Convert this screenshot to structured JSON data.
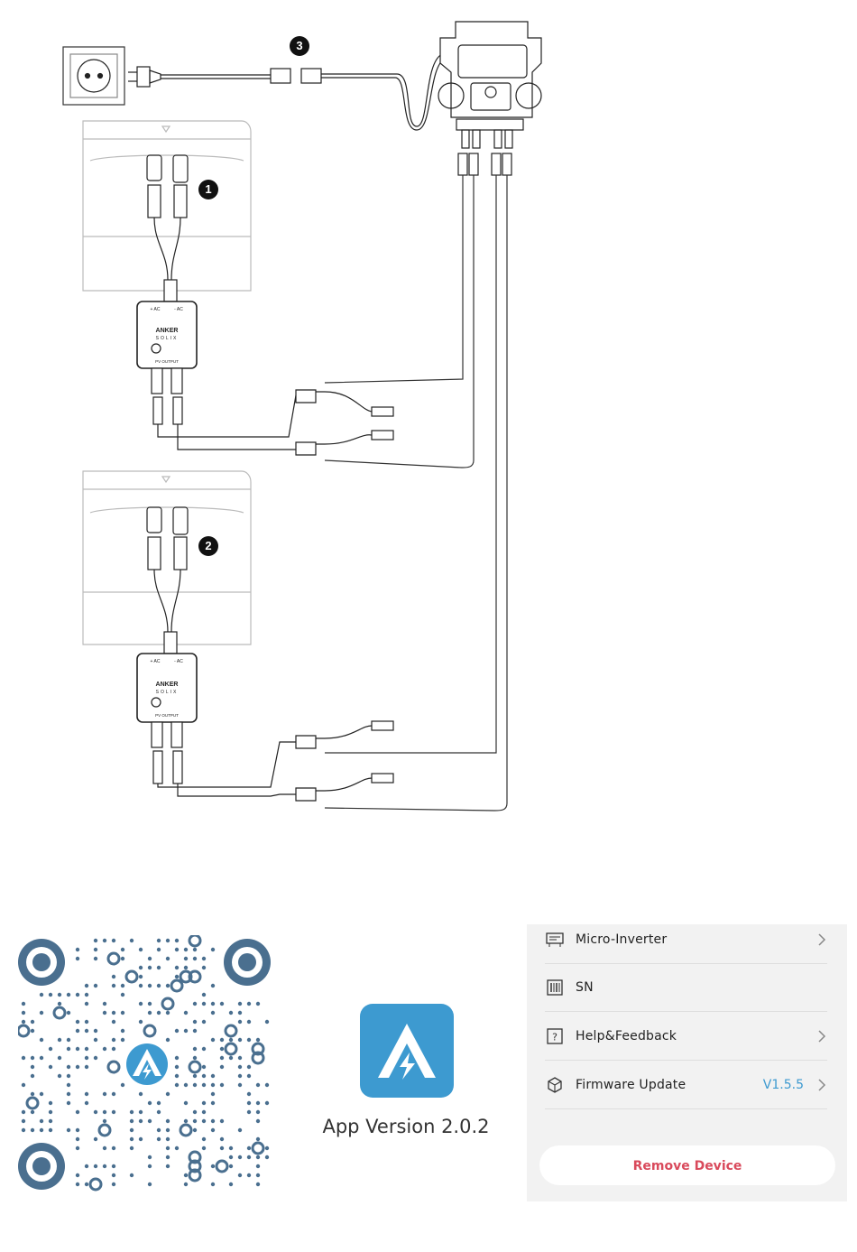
{
  "diagram": {
    "steps": [
      "1",
      "2",
      "3"
    ],
    "box_brand": "ANKER",
    "box_sub": "SOLIX",
    "box_top_left": "+ AC",
    "box_top_right": "- AC",
    "box_bottom": "PV OUTPUT"
  },
  "app": {
    "version_label": "App Version 2.0.2",
    "accent_color": "#3d9ad0",
    "icon": "anker-solix-app-icon"
  },
  "qr": {
    "icon": "qr-code",
    "center_icon": "anker-solix-app-icon",
    "color": "#4a6f8f"
  },
  "settings": {
    "items": [
      {
        "label": "Micro-Inverter",
        "icon": "inverter-icon",
        "chevron": true,
        "value": ""
      },
      {
        "label": "SN",
        "icon": "barcode-icon",
        "chevron": false,
        "value": ""
      },
      {
        "label": "Help&Feedback",
        "icon": "question-icon",
        "chevron": true,
        "value": ""
      },
      {
        "label": "Firmware Update",
        "icon": "cube-icon",
        "chevron": true,
        "value": "V1.5.5"
      }
    ],
    "remove_label": "Remove Device",
    "remove_color": "#d94a5c"
  }
}
